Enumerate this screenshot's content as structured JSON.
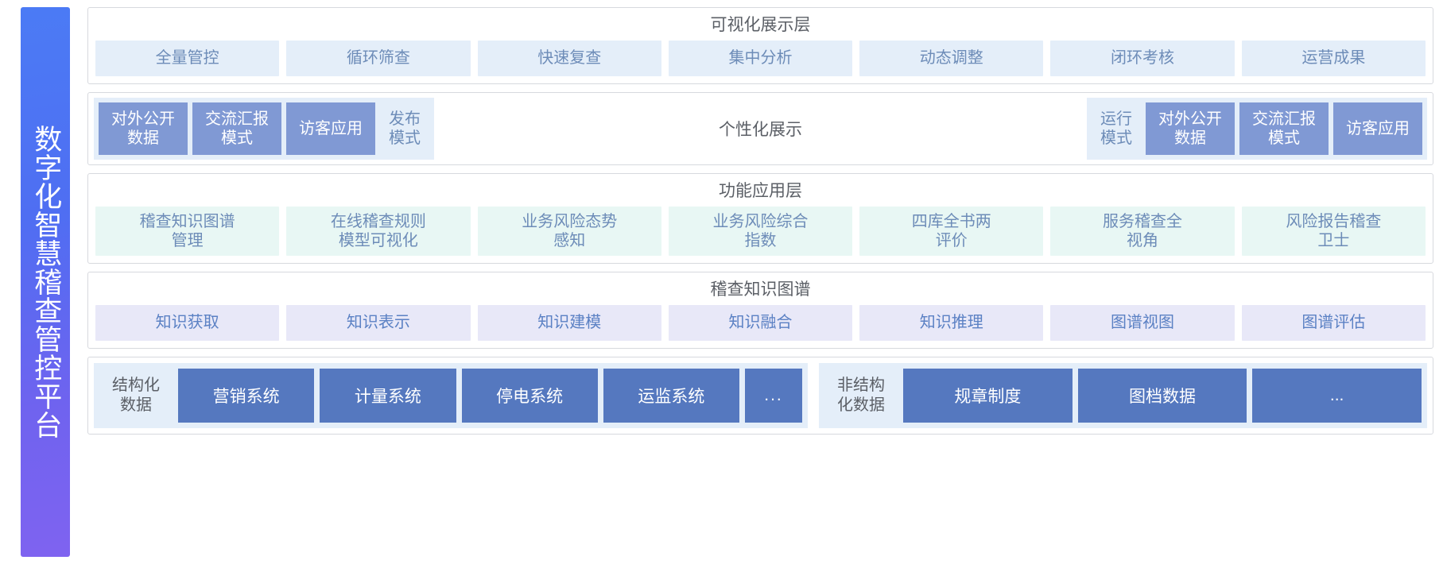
{
  "sidebar": {
    "title": "数字化智慧稽查管控平台"
  },
  "colors": {
    "sidebar_start": "#4b7bf5",
    "sidebar_end": "#7f63f0",
    "layer1_cell": "#e4eef9",
    "layer3_cell": "#e8f7f4",
    "layer4_cell": "#e8e8f8",
    "chip_solid": "#8099d4",
    "data_box": "#5578bf",
    "text_blue": "#6d8cb8",
    "text_gray": "#5b5f66"
  },
  "layers": {
    "visualization": {
      "title": "可视化展示层",
      "cells": [
        {
          "label": "全量管控"
        },
        {
          "label": "循环筛查"
        },
        {
          "label": "快速复查"
        },
        {
          "label": "集中分析"
        },
        {
          "label": "动态调整"
        },
        {
          "label": "闭环考核"
        },
        {
          "label": "运营成果"
        }
      ]
    },
    "personalized": {
      "title": "个性化展示",
      "left_group": [
        {
          "label": "对外公开\n数据",
          "style": "solid"
        },
        {
          "label": "交流汇报\n模式",
          "style": "solid"
        },
        {
          "label": "访客应用",
          "style": "solid"
        },
        {
          "label": "发布\n模式",
          "style": "ghost"
        }
      ],
      "right_group": [
        {
          "label": "运行\n模式",
          "style": "ghost"
        },
        {
          "label": "对外公开\n数据",
          "style": "solid"
        },
        {
          "label": "交流汇报\n模式",
          "style": "solid"
        },
        {
          "label": "访客应用",
          "style": "solid"
        }
      ]
    },
    "functional": {
      "title": "功能应用层",
      "cells": [
        {
          "label": "稽查知识图谱\n管理"
        },
        {
          "label": "在线稽查规则\n模型可视化"
        },
        {
          "label": "业务风险态势\n感知"
        },
        {
          "label": "业务风险综合\n指数"
        },
        {
          "label": "四库全书两\n评价"
        },
        {
          "label": "服务稽查全\n视角"
        },
        {
          "label": "风险报告稽查\n卫士"
        }
      ]
    },
    "knowledge_graph": {
      "title": "稽查知识图谱",
      "cells": [
        {
          "label": "知识获取"
        },
        {
          "label": "知识表示"
        },
        {
          "label": "知识建模"
        },
        {
          "label": "知识融合"
        },
        {
          "label": "知识推理"
        },
        {
          "label": "图谱视图"
        },
        {
          "label": "图谱评估"
        }
      ]
    },
    "data_sources": {
      "structured": {
        "label": "结构化\n数据",
        "boxes": [
          {
            "label": "营销系统",
            "small": false
          },
          {
            "label": "计量系统",
            "small": false
          },
          {
            "label": "停电系统",
            "small": false
          },
          {
            "label": "运监系统",
            "small": false
          },
          {
            "label": "...",
            "small": true
          }
        ]
      },
      "unstructured": {
        "label": "非结构\n化数据",
        "boxes": [
          {
            "label": "规章制度",
            "small": false
          },
          {
            "label": "图档数据",
            "small": false
          },
          {
            "label": "...",
            "small": false
          }
        ]
      }
    }
  }
}
